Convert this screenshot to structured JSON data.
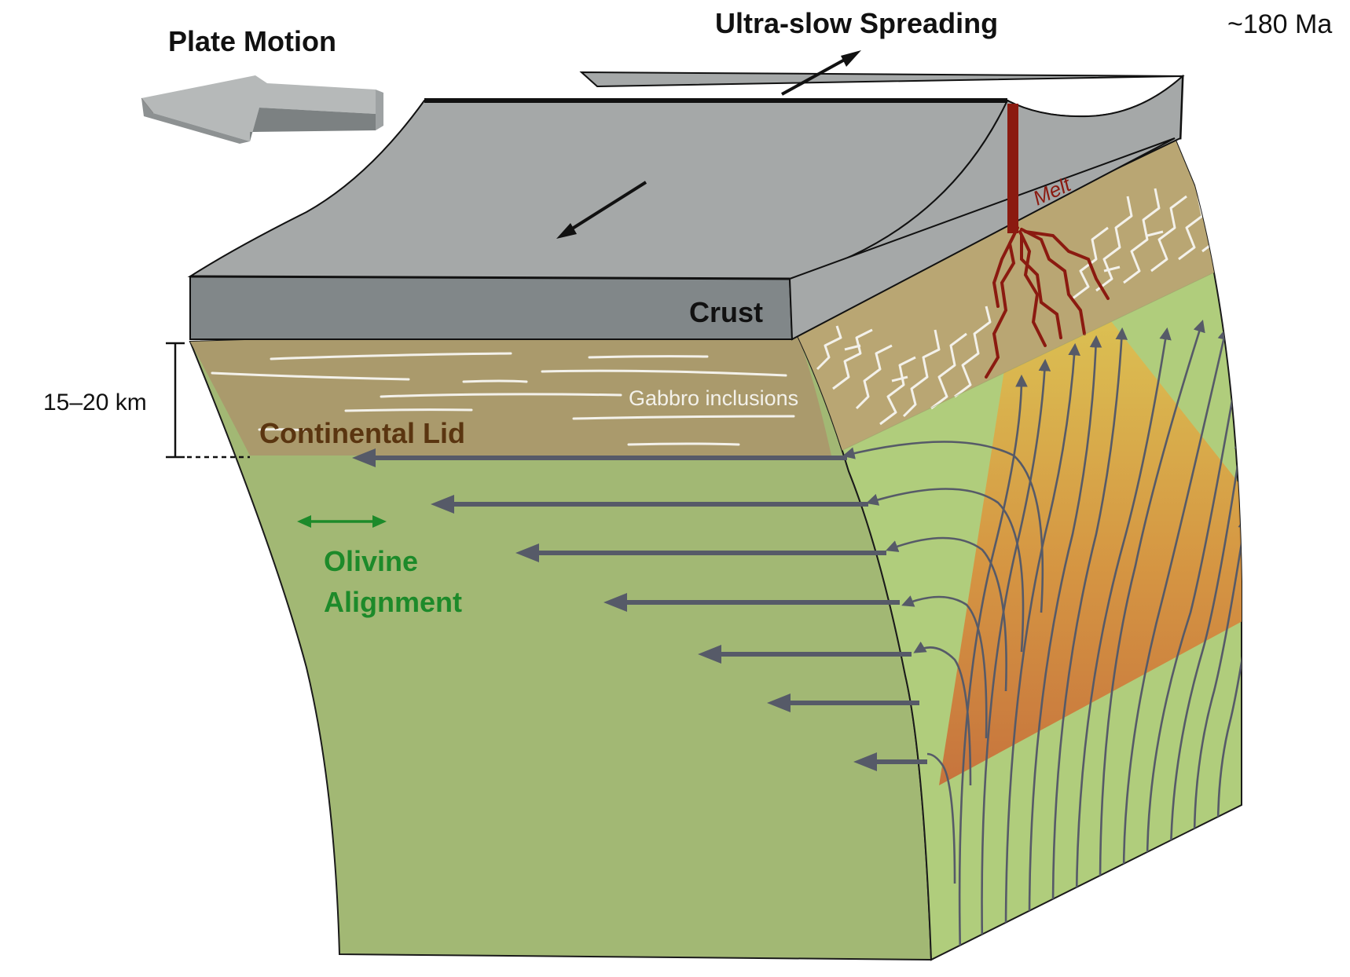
{
  "labels": {
    "plate_motion": "Plate Motion",
    "spreading": "Ultra-slow Spreading",
    "age": "~180 Ma",
    "crust": "Crust",
    "melt": "Melt",
    "gabbro": "Gabbro inclusions",
    "lid": "Continental Lid",
    "olivine_line1": "Olivine",
    "olivine_line2": "Alignment",
    "thickness": "15–20 km"
  },
  "colors": {
    "crust_top": "#a5a8a8",
    "crust_side": "#818789",
    "lid": "#aa9a6c",
    "lid_front": "#b9a673",
    "mantle": "#a2b874",
    "mantle_front": "#b0cd7c",
    "melt": "#8b1a10",
    "olivine_label": "#1d8a2a",
    "lid_label": "#5a3510",
    "flow_lines": "#565a68",
    "gabbro_lines": "#f3f1ea"
  }
}
